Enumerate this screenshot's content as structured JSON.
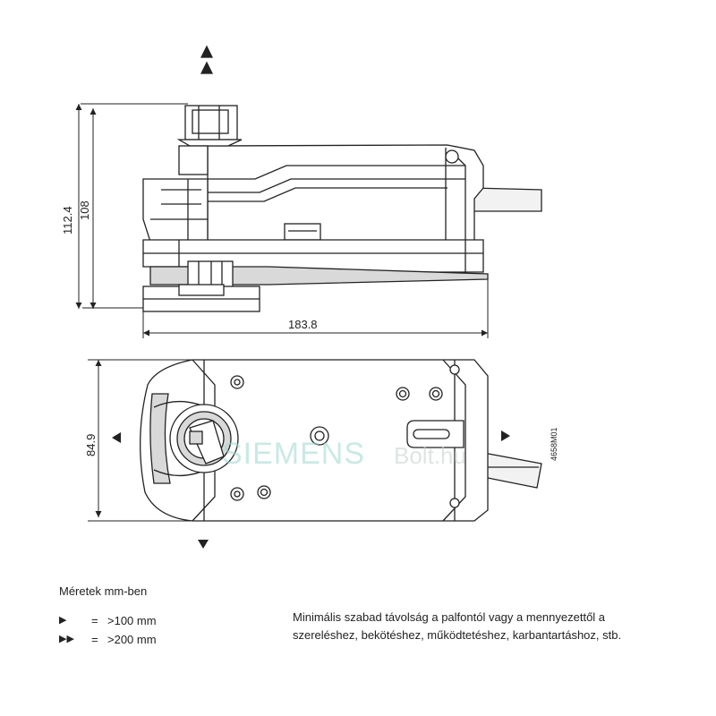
{
  "dimensions": {
    "overall_height": "112.4",
    "body_height": "108",
    "length": "183.8",
    "width": "84.9"
  },
  "drawing_code": "4658M01",
  "watermark": {
    "brand": "SIEMENS",
    "suffix": "Bolt.hu"
  },
  "legend": {
    "title": "Méretek mm-ben",
    "items": [
      {
        "symbol": "▶",
        "eq": "=",
        "text": ">100 mm"
      },
      {
        "symbol": "▶▶",
        "eq": "=",
        "text": ">200 mm"
      }
    ]
  },
  "note": {
    "line1": "Minimális szabad távolság a palfontól vagy a mennyezettől a",
    "line2": "szereléshez, bekötéshez, működtetéshez, karbantartáshoz, stb."
  },
  "colors": {
    "line": "#222222",
    "body_fill": "#ffffff",
    "shade": "#d9d9d9",
    "cable": "#f2f2f2",
    "watermark": "#9ed8cf"
  }
}
